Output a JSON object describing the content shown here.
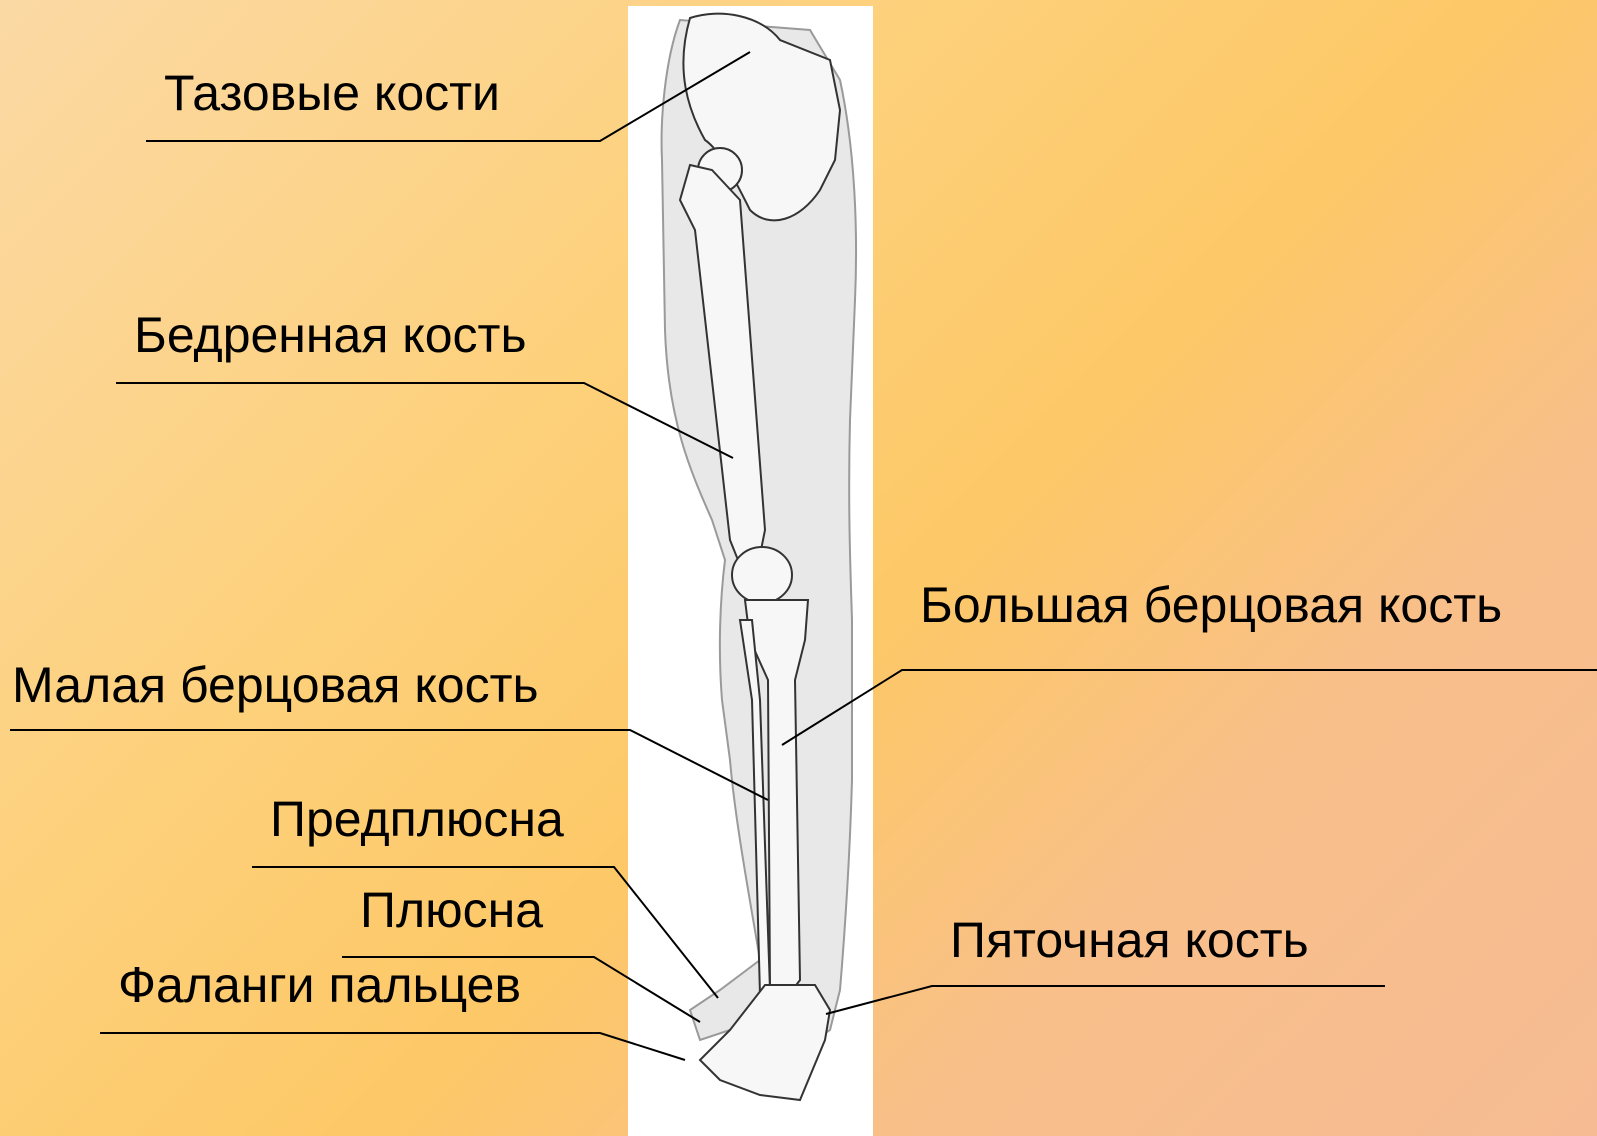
{
  "labels": {
    "pelvis": "Тазовые кости",
    "femur": "Бедренная кость",
    "tibia": "Большая берцовая кость",
    "fibula": "Малая берцовая кость",
    "tarsus": "Предплюсна",
    "metatarsus": "Плюсна",
    "phalanges": "Фаланги пальцев",
    "calcaneus": "Пяточная кость"
  }
}
